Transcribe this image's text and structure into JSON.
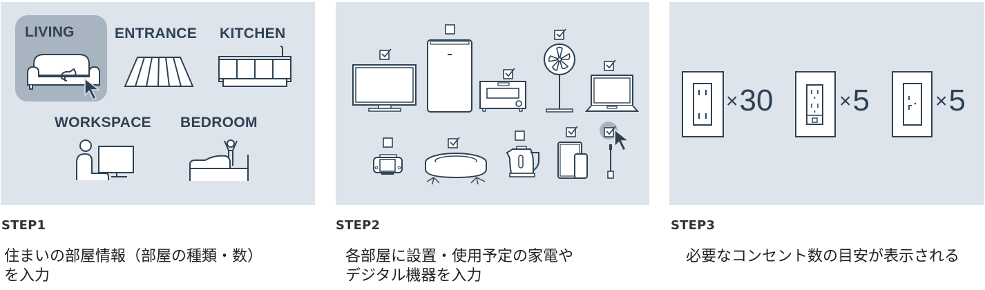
{
  "steps": [
    {
      "label": "STEP1",
      "description": "住まいの部屋情報（部屋の種類・数）\nを入力",
      "rooms": [
        {
          "label": "LIVING",
          "icon": "sofa-icon",
          "selected": true
        },
        {
          "label": "ENTRANCE",
          "icon": "floor-icon",
          "selected": false
        },
        {
          "label": "KITCHEN",
          "icon": "kitchen-counter-icon",
          "selected": false
        },
        {
          "label": "WORKSPACE",
          "icon": "desk-computer-icon",
          "selected": false
        },
        {
          "label": "BEDROOM",
          "icon": "bed-icon",
          "selected": false
        }
      ]
    },
    {
      "label": "STEP2",
      "description": "各部屋に設置・使用予定の家電や\nデジタル機器を入力",
      "appliances": [
        {
          "name": "tv",
          "checked": true
        },
        {
          "name": "refrigerator",
          "checked": false
        },
        {
          "name": "toaster-oven",
          "checked": true
        },
        {
          "name": "fan",
          "checked": true
        },
        {
          "name": "laptop",
          "checked": true
        },
        {
          "name": "game-console",
          "checked": false
        },
        {
          "name": "robot-vacuum",
          "checked": true
        },
        {
          "name": "kettle",
          "checked": false
        },
        {
          "name": "tablet-phone",
          "checked": true
        },
        {
          "name": "electric-toothbrush",
          "checked": true
        }
      ]
    },
    {
      "label": "STEP3",
      "description": "必要なコンセント数の目安が表示される",
      "outlets": [
        {
          "type": "standard-outlet",
          "times": "×",
          "count": "30"
        },
        {
          "type": "grounded-outlet",
          "times": "×",
          "count": "5"
        },
        {
          "type": "dedicated-outlet",
          "times": "×",
          "count": "5"
        }
      ]
    }
  ],
  "colors": {
    "panel_bg": "#dde4ec",
    "icon_stroke": "#2f4254",
    "selected_tile": "#a9b4c1"
  }
}
